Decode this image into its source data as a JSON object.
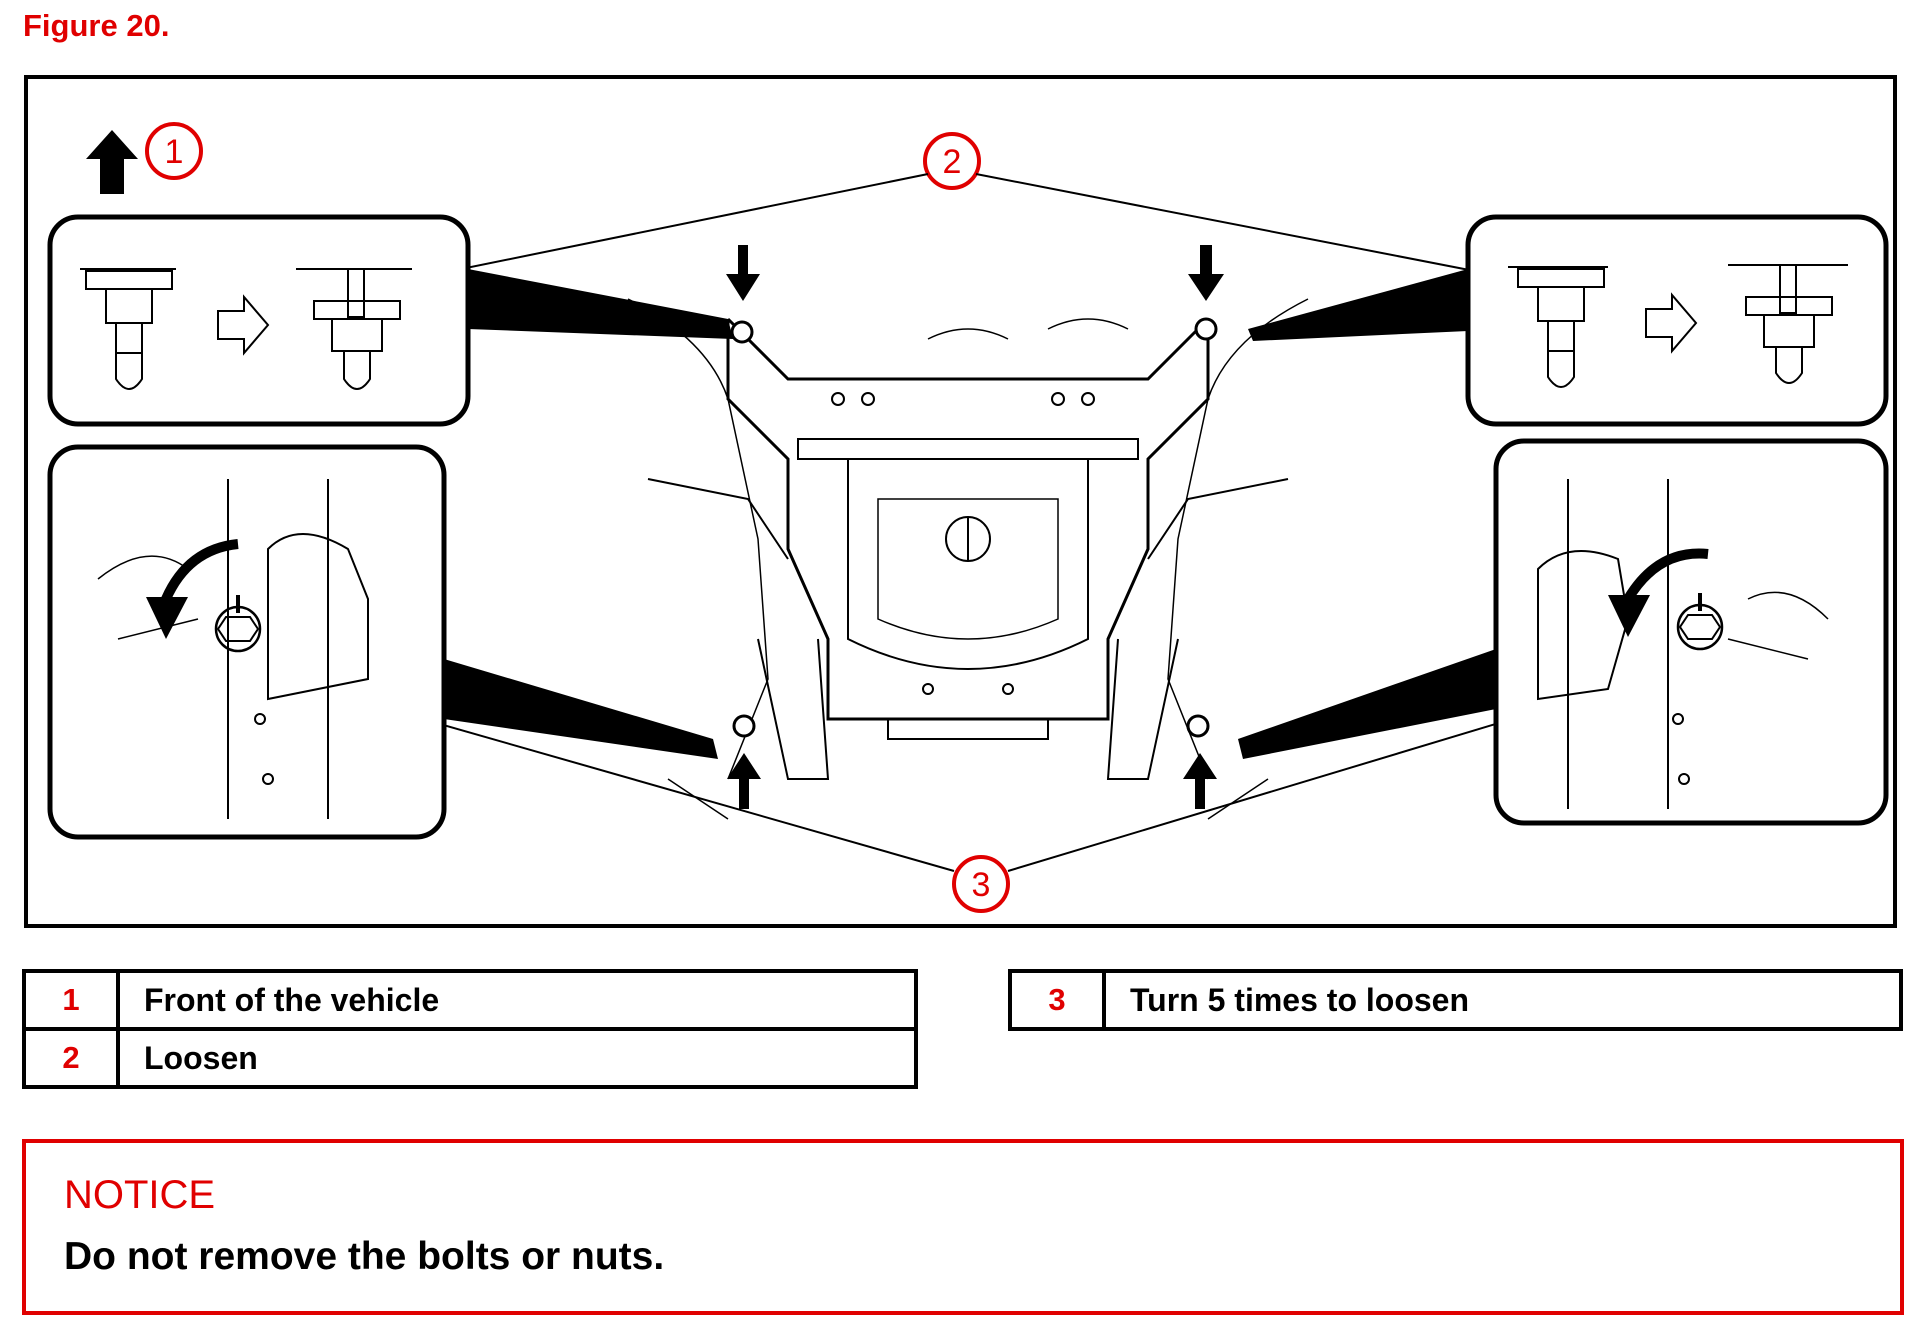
{
  "figure": {
    "title": "Figure 20."
  },
  "callouts": {
    "c1": "1",
    "c2": "2",
    "c3": "3"
  },
  "legend": [
    {
      "num": "1",
      "text": "Front of the vehicle"
    },
    {
      "num": "2",
      "text": "Loosen"
    },
    {
      "num": "3",
      "text": "Turn 5 times to loosen"
    }
  ],
  "notice": {
    "title": "NOTICE",
    "body": "Do not remove the bolts or nuts."
  },
  "colors": {
    "accent": "#e00000",
    "line": "#000000"
  }
}
